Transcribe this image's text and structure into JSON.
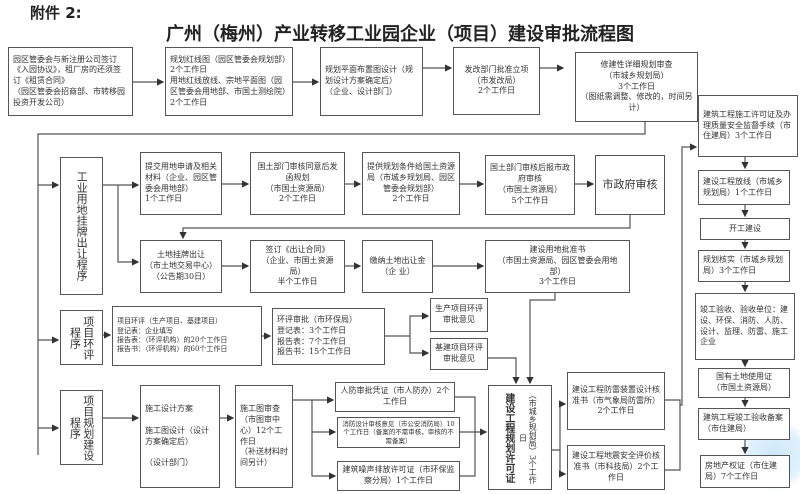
{
  "attachment_label": "附件 2:",
  "title": "广州（梅州）产业转移工业园企业（项目）建设审批流程图",
  "boxes": {
    "agreement": "园区管委会与新注册公司签订《入园协议》，租厂房的还须签订《租赁合同》\n（园区管委会招商部、市转移园投资开发公司）",
    "red_line": "规划红线图（园区管委会规划部）2个工作日\n用地红线放线、宗地平面图（园区管委会用地部、市国土测绘院）2个工作日",
    "layout_design": "规划平面布置图设计（规划设计方案确定后）\n（企业、设计部门）",
    "project_approval": "发改部门批准立项\n（市发改局）\n2个工作日",
    "detailed_plan": "修建性详细规划审查\n（市城乡规划局）\n3个工作日\n（图纸需调整、修改的，时间另计）",
    "land_program": "工业用地挂牌出让程序",
    "land_application": "提交用地申请及相关材料（企业、园区管委会用地部）\n1个工作日",
    "land_review": "国土部门审核同意后发函规划\n（市国土资源局）\n2个工作日",
    "planning_conditions": "提供规划条件给国土资源局（市城乡规划局、园区管委会规划部）\n2个工作日",
    "land_report": "国土部门审核后报市政府审核\n（市国土资源局）\n5个工作日",
    "gov_review": "市政府审核",
    "land_listing": "土地挂牌出让\n（市土地交易中心）（公告期30日）",
    "transfer_contract": "签订《出让合同》\n（企业、市国土资源局）\n半个工作日",
    "land_fee": "缴纳土地出让金\n（企 业）",
    "land_approval": "建设用地批准书\n（市国土资源局、园区管委会用地部）\n3个工作日",
    "eia_program": "项目环评程序",
    "eia": "项目环评（生产项目、基建项目）\n登记表：企业填写\n报告表：（环评机构）的20个工作日\n报告书：（环评机构）的60个工作日",
    "eia_approval": "环评审批（市环保局）\n登记表：3个工作日\n报告表：7个工作日\n报告书：15个工作日",
    "eia_production": "生产项目环评审批意见",
    "eia_infra": "基建项目环评审批意见",
    "construction_program": "项目规划建设程序",
    "construction_design": "施工设计方案\n\n施工图设计（设计方案确定后）\n\n（设计部门）",
    "drawing_review": "施工图审查（市图审中心）12个工作日\n（补送材料时间另计）",
    "civil_defense": "人防审批凭证（市人防办）2个工作日",
    "fire_review": "消防设计审核意见（市公安消防局）10个工作日（备案的不需审核，审核的不需备案）",
    "noise_permit": "建筑噪声排放许可证（市环保监察分局）1个工作日",
    "planning_permit": "建设工程规划许可证",
    "planning_permit_note": "（市城乡规划局）3个工作日",
    "lightning": "建设工程防雷装置设计核准书（市气象局防雷所）\n2个工作日",
    "seismic": "建设工程地震安全评价核准书（市科技局）2个工作日",
    "construction_license": "建筑工程施工许可证及办理质量安全监督手续（市住建局）3个工作日",
    "staking": "建设工程放线（市城乡规划局）1个工作日",
    "start": "开工建设",
    "plan_verify": "规划核实（市城乡规划局）3个工作日",
    "acceptance": "竣工验收、验收单位：建设、环保、消防、人防、设计、监理、防雷、施工企业",
    "land_cert": "国有土地使用证\n（市国土资源局）",
    "filing": "建筑工程竣工验收备案（市住建局）",
    "property_cert": "房地产权证（市住建局）7个工作日"
  }
}
